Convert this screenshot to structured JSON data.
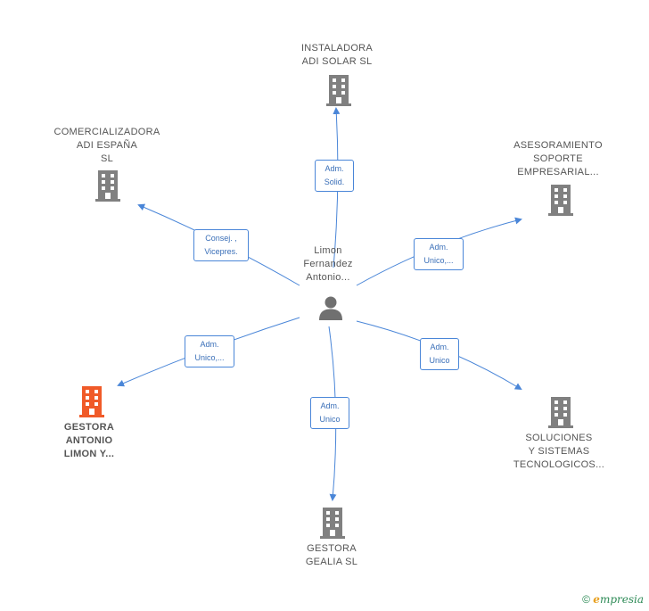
{
  "center": {
    "lines": [
      "Limon",
      "Fernandez",
      "Antonio..."
    ],
    "icon": "person-icon"
  },
  "nodes": [
    {
      "id": "instaladora",
      "lines": [
        "INSTALADORA",
        "ADI SOLAR  SL"
      ],
      "color": "#808080",
      "highlight": false
    },
    {
      "id": "comercializadora",
      "lines": [
        "COMERCIALIZADORA",
        "ADI ESPAÑA",
        "SL"
      ],
      "color": "#808080",
      "highlight": false
    },
    {
      "id": "asesoramiento",
      "lines": [
        "ASESORAMIENTO",
        "SOPORTE",
        "EMPRESARIAL..."
      ],
      "color": "#808080",
      "highlight": false
    },
    {
      "id": "gestora-antonio",
      "lines": [
        "GESTORA",
        "ANTONIO",
        "LIMON Y..."
      ],
      "color": "#f05a28",
      "highlight": true
    },
    {
      "id": "soluciones",
      "lines": [
        "SOLUCIONES",
        "Y SISTEMAS",
        "TECNOLOGICOS..."
      ],
      "color": "#808080",
      "highlight": false
    },
    {
      "id": "gestora-gealia",
      "lines": [
        "GESTORA",
        "GEALIA SL"
      ],
      "color": "#808080",
      "highlight": false
    }
  ],
  "edges": [
    {
      "to": "instaladora",
      "lines": [
        "Adm.",
        "Solid."
      ]
    },
    {
      "to": "comercializadora",
      "lines": [
        "Consej. ,",
        "Vicepres."
      ]
    },
    {
      "to": "asesoramiento",
      "lines": [
        "Adm.",
        "Unico,..."
      ]
    },
    {
      "to": "gestora-antonio",
      "lines": [
        "Adm.",
        "Unico,..."
      ]
    },
    {
      "to": "soluciones",
      "lines": [
        "Adm.",
        "Unico"
      ]
    },
    {
      "to": "gestora-gealia",
      "lines": [
        "Adm.",
        "Unico"
      ]
    }
  ],
  "colors": {
    "edge": "#4a86d8",
    "building": "#808080",
    "highlight": "#f05a28"
  },
  "footer": {
    "copyright": "©",
    "brand_initial": "e",
    "brand_rest": "mpresia"
  }
}
